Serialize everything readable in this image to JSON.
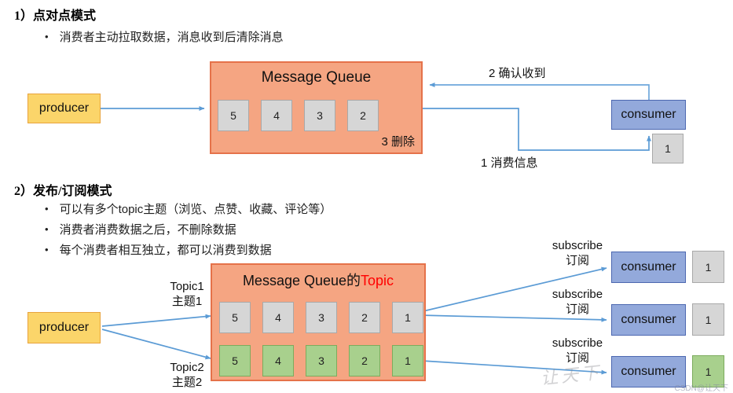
{
  "colors": {
    "queue_fill": "#f5a582",
    "queue_border": "#e5724a",
    "producer_fill": "#fbd56a",
    "consumer_fill": "#93a9db",
    "cell_gray": "#d6d6d6",
    "cell_green": "#a8d08d",
    "arrow_blue": "#5b9bd5",
    "topic_red": "#ff0000"
  },
  "section1": {
    "heading": "1）点对点模式",
    "bullets": [
      "消费者主动拉取数据，消息收到后清除消息"
    ],
    "producer_label": "producer",
    "queue_title": "Message Queue",
    "queue_cells": [
      "5",
      "4",
      "3",
      "2"
    ],
    "delete_label": "3 删除",
    "ack_label": "2 确认收到",
    "consume_label": "1 消费信息",
    "consumer_label": "consumer",
    "consumer_cell": "1"
  },
  "section2": {
    "heading": "2）发布/订阅模式",
    "bullets": [
      "可以有多个topic主题（浏览、点赞、收藏、评论等）",
      "消费者消费数据之后，不删除数据",
      "每个消费者相互独立，都可以消费到数据"
    ],
    "producer_label": "producer",
    "queue_title_black": "Message Queue的",
    "queue_title_red": "Topic",
    "topic1_cells": [
      "5",
      "4",
      "3",
      "2",
      "1"
    ],
    "topic2_cells": [
      "5",
      "4",
      "3",
      "2",
      "1"
    ],
    "topic1_label_en": "Topic1",
    "topic1_label_cn": "主题1",
    "topic2_label_en": "Topic2",
    "topic2_label_cn": "主题2",
    "subscribers": [
      {
        "subscribe_en": "subscribe",
        "subscribe_cn": "订阅",
        "consumer_label": "consumer",
        "cell": "1"
      },
      {
        "subscribe_en": "subscribe",
        "subscribe_cn": "订阅",
        "consumer_label": "consumer",
        "cell": "1"
      },
      {
        "subscribe_en": "subscribe",
        "subscribe_cn": "订阅",
        "consumer_label": "consumer",
        "cell": "1"
      }
    ]
  },
  "watermark": {
    "diagonal": "让天下",
    "csdn": "CSDN@让天下"
  }
}
